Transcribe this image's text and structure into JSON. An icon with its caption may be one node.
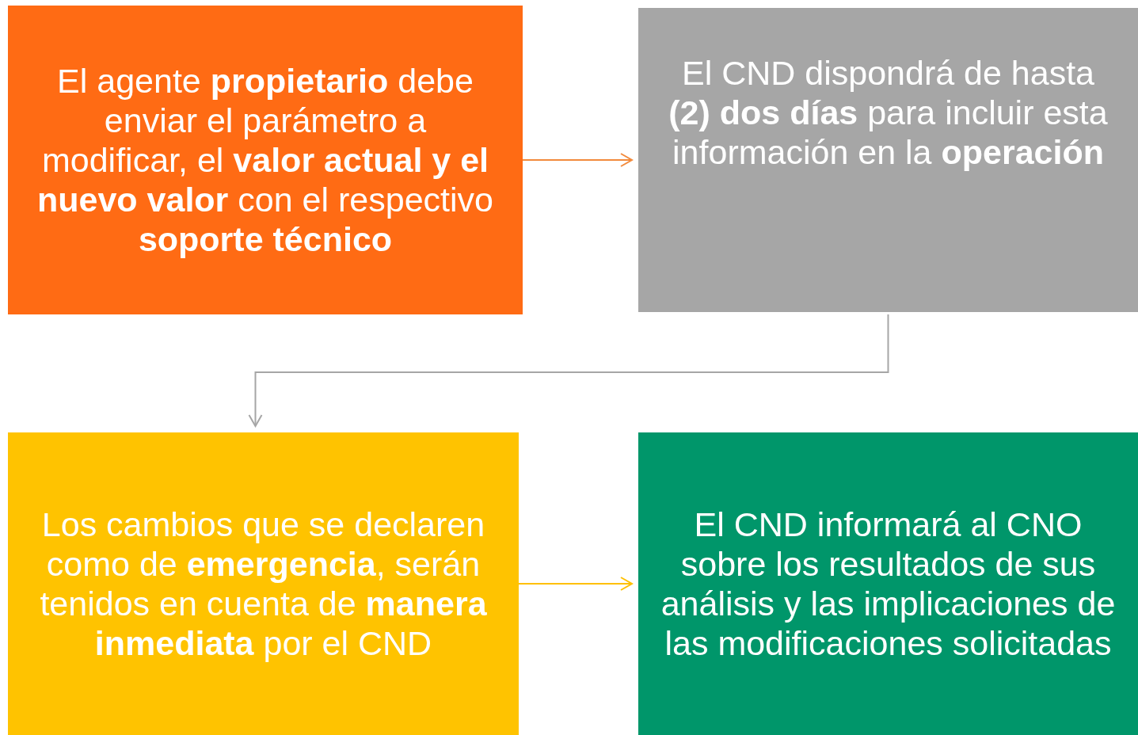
{
  "diagram": {
    "nodes": [
      {
        "text": [
          "El agente **propietario** debe enviar el parámetro a modificar, el **valor actual y el nuevo valor** con el respectivo **soporte técnico**"
        ]
      },
      {
        "text": [
          "El CND dispondrá de hasta **(2) dos días** para incluir esta información en la **operación**"
        ]
      },
      {
        "text": [
          "Los cambios que se declaren como de **emergencia**, serán tenidos en cuenta de **manera inmediata** por el CND"
        ]
      },
      {
        "text": [
          "El CND informará al CNO sobre los resultados de sus análisis y las implicaciones de las modificaciones solicitadas"
        ]
      }
    ],
    "edges": [
      {
        "from": 0,
        "to": 1,
        "arrow": "to",
        "color": "#f28a3c"
      },
      {
        "from": 1,
        "to": 2,
        "arrow": "to",
        "color": "#a6a6a6"
      },
      {
        "from": 2,
        "to": 3,
        "arrow": "to",
        "color": "#ffc000"
      }
    ]
  }
}
